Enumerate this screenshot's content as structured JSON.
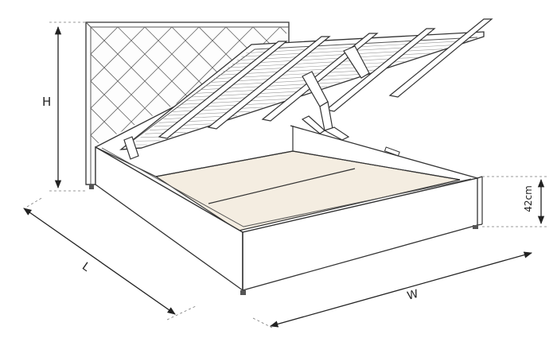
{
  "dimensions": {
    "height_label": "H",
    "length_label": "L",
    "width_label": "W",
    "frame_height_label": "42cm"
  },
  "colors": {
    "line": "#333333",
    "outline_light": "#555555",
    "dashed": "#777777",
    "arrow": "#222222",
    "platform_fill": "#f4ede1",
    "frame_fill": "#ffffff",
    "headboard_fill": "#fdfdfd"
  }
}
